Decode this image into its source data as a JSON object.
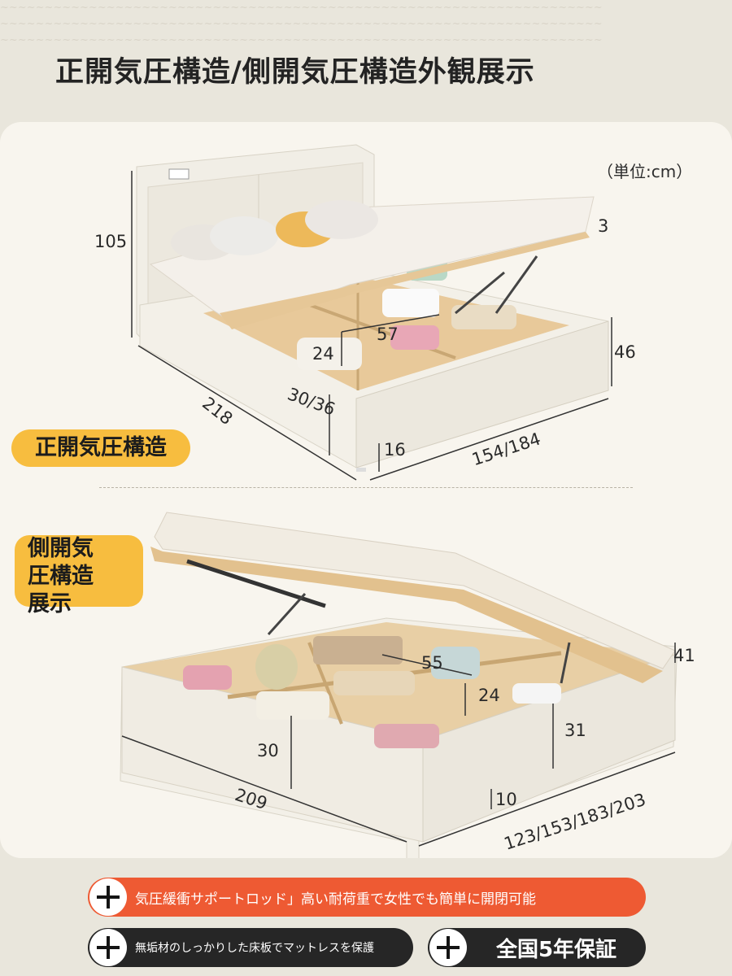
{
  "page_title": "正開気圧構造/側開気圧構造外観展示",
  "unit_label": "（単位:cm）",
  "section1_label": "正開気圧構造",
  "section2_label_lines": [
    "側開気",
    "圧構造",
    "展示"
  ],
  "bed1_dims": {
    "height": "105",
    "gas_lift": "3",
    "length": "218",
    "side_height": "46",
    "compartment_width": "57",
    "compartment_depth": "24",
    "frame_height": "30/36",
    "leg_height": "16",
    "width": "154/184"
  },
  "bed2_dims": {
    "frame_top": "41",
    "compartment_width": "55",
    "compartment_depth": "24",
    "inner_height_left": "30",
    "inner_height_right": "31",
    "length": "209",
    "leg_height": "10",
    "width": "123/153/183/203"
  },
  "features": [
    "気圧緩衝サポートロッド」高い耐荷重で女性でも簡単に開閉可能",
    "無垢材のしっかりした床板でマットレスを保護",
    "全国5年保証"
  ],
  "colors": {
    "accent_orange": "#ee5a33",
    "label_yellow": "#f7bd3f",
    "dark": "#262626"
  }
}
